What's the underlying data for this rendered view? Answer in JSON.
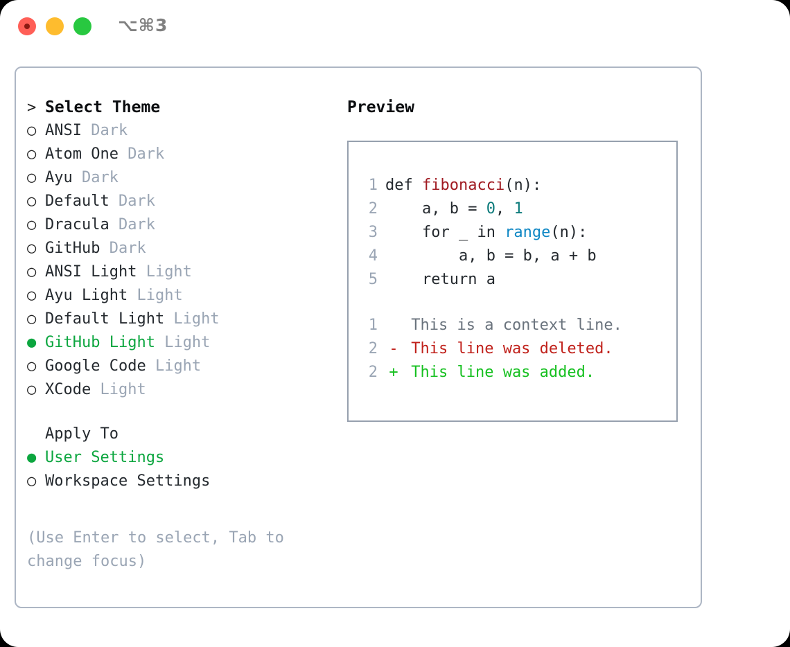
{
  "titlebar": {
    "shortcut": "⌥⌘3",
    "buttons": [
      "close",
      "minimize",
      "maximize"
    ]
  },
  "theme_picker": {
    "heading": "Select Theme",
    "heading_marker": ">",
    "marker_unselected": "○",
    "marker_selected": "●",
    "items": [
      {
        "name": "ANSI",
        "variant": "Dark",
        "selected": false
      },
      {
        "name": "Atom One",
        "variant": "Dark",
        "selected": false
      },
      {
        "name": "Ayu",
        "variant": "Dark",
        "selected": false
      },
      {
        "name": "Default",
        "variant": "Dark",
        "selected": false
      },
      {
        "name": "Dracula",
        "variant": "Dark",
        "selected": false
      },
      {
        "name": "GitHub",
        "variant": "Dark",
        "selected": false
      },
      {
        "name": "ANSI Light",
        "variant": "Light",
        "selected": false
      },
      {
        "name": "Ayu Light",
        "variant": "Light",
        "selected": false
      },
      {
        "name": "Default Light",
        "variant": "Light",
        "selected": false
      },
      {
        "name": "GitHub Light",
        "variant": "Light",
        "selected": true
      },
      {
        "name": "Google Code",
        "variant": "Light",
        "selected": false
      },
      {
        "name": "XCode",
        "variant": "Light",
        "selected": false
      }
    ]
  },
  "apply_to": {
    "heading": "Apply To",
    "items": [
      {
        "name": "User Settings",
        "selected": true
      },
      {
        "name": "Workspace Settings",
        "selected": false
      }
    ]
  },
  "hint": "(Use Enter to select, Tab to change focus)",
  "preview": {
    "title": "Preview",
    "code_lines": [
      {
        "num": "1",
        "tokens": [
          {
            "t": "def ",
            "k": "kw"
          },
          {
            "t": "fibonacci",
            "k": "fn"
          },
          {
            "t": "(n):",
            "k": "plain"
          }
        ]
      },
      {
        "num": "2",
        "tokens": [
          {
            "t": "    a, b = ",
            "k": "plain"
          },
          {
            "t": "0",
            "k": "num"
          },
          {
            "t": ", ",
            "k": "plain"
          },
          {
            "t": "1",
            "k": "num"
          }
        ]
      },
      {
        "num": "3",
        "tokens": [
          {
            "t": "    for _ in ",
            "k": "kw"
          },
          {
            "t": "range",
            "k": "call"
          },
          {
            "t": "(n):",
            "k": "plain"
          }
        ]
      },
      {
        "num": "4",
        "tokens": [
          {
            "t": "        a, b = b, a + b",
            "k": "plain"
          }
        ]
      },
      {
        "num": "5",
        "tokens": [
          {
            "t": "    return a",
            "k": "kw"
          }
        ]
      }
    ],
    "diff_lines": [
      {
        "num": "1",
        "sign": " ",
        "text": "This is a context line.",
        "kind": "context"
      },
      {
        "num": "2",
        "sign": "-",
        "text": "This line was deleted.",
        "kind": "del"
      },
      {
        "num": "2",
        "sign": "+",
        "text": "This line was added.",
        "kind": "add"
      }
    ]
  },
  "colors": {
    "accent_green": "#0ca63f",
    "muted": "#9aa5b4",
    "border": "#adb6c4",
    "code_function": "#a01b22",
    "code_number": "#0b7a7a",
    "code_call": "#0f87c4",
    "diff_delete": "#c0211b",
    "diff_add": "#16c020",
    "diff_context": "#6a737d"
  }
}
